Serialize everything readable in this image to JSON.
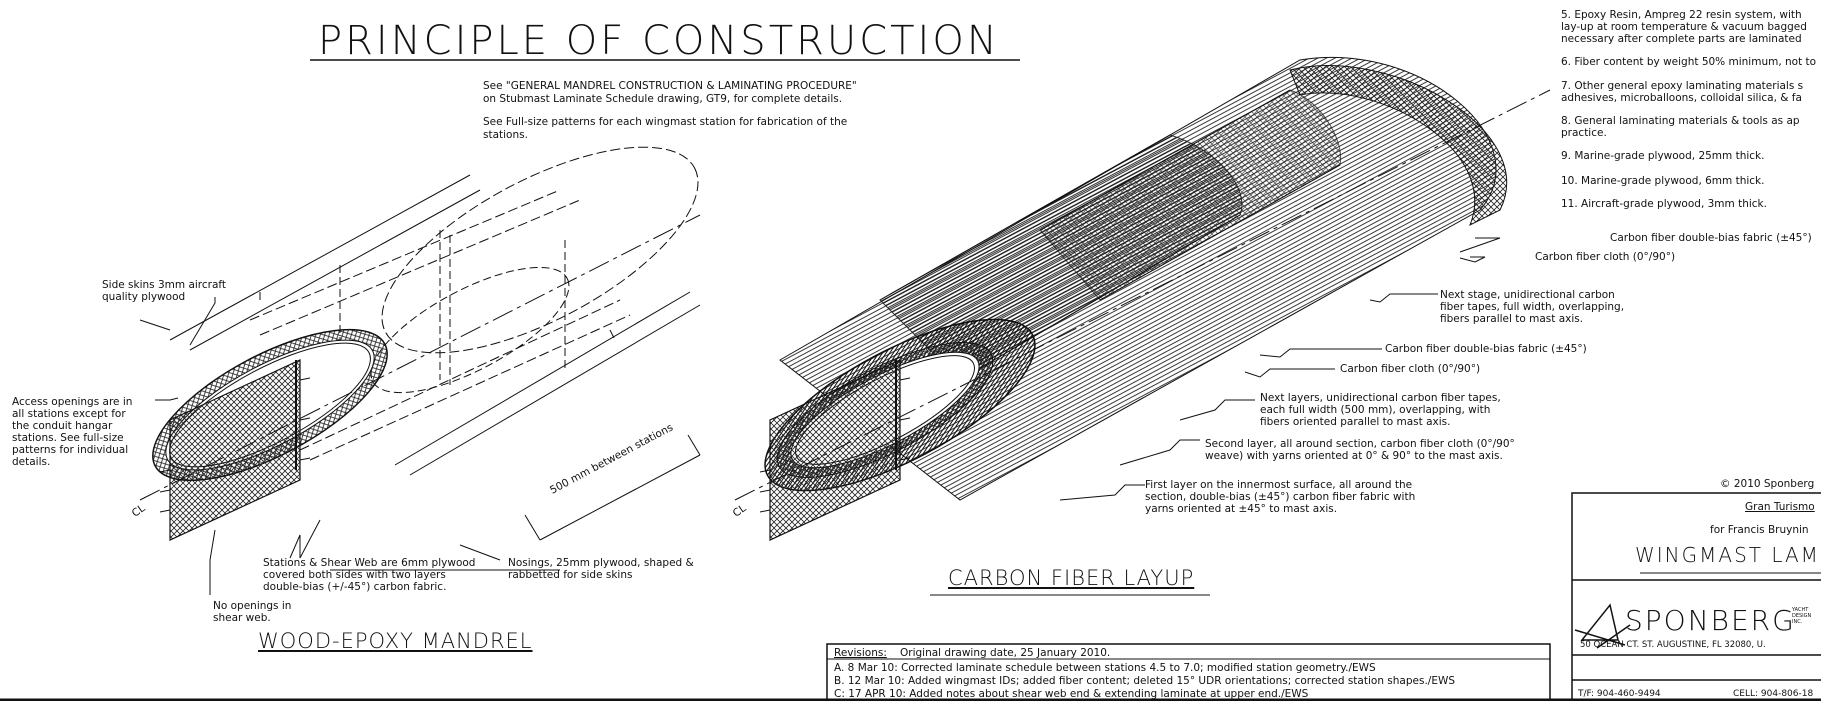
{
  "title": "PRINCIPLE OF CONSTRUCTION",
  "intro": {
    "line1": "See \"GENERAL MANDREL CONSTRUCTION & LAMINATING PROCEDURE\"",
    "line2": "on Stubmast Laminate Schedule drawing, GT9, for complete details.",
    "line3": "See Full-size patterns for each wingmast station for fabrication of the",
    "line4": "stations."
  },
  "notes": [
    "5. Epoxy Resin, Ampreg 22 resin system, with",
    "lay-up at room temperature & vacuum bagged",
    "necessary after complete parts are laminated",
    "6. Fiber content by weight 50% minimum, not to",
    "7. Other general epoxy laminating materials s",
    "adhesives, microballoons, colloidal silica, & fa",
    "8. General laminating materials & tools as ap",
    "practice.",
    "9. Marine-grade plywood, 25mm thick.",
    "10. Marine-grade plywood, 6mm thick.",
    "11. Aircraft-grade plywood, 3mm thick."
  ],
  "mandrel": {
    "title": "WOOD-EPOXY MANDREL",
    "side_skins": [
      "Side skins 3mm aircraft",
      "quality plywood"
    ],
    "access": [
      "Access openings are in",
      "all stations except for",
      "the conduit hangar",
      "stations.  See full-size",
      "patterns for individual",
      "details."
    ],
    "stations": [
      "Stations & Shear Web are 6mm plywood",
      "covered both sides with two layers",
      "double-bias (+/-45°) carbon fabric."
    ],
    "nosings": [
      "Nosings, 25mm plywood, shaped &",
      "rabbetted for side skins"
    ],
    "no_openings": [
      "No openings in",
      "shear web."
    ],
    "dimension": "500 mm between stations",
    "cl": "CL"
  },
  "layup": {
    "title": "CARBON FIBER LAYUP",
    "c1": "Carbon fiber double-bias fabric (±45°)",
    "c2": "Carbon fiber cloth (0°/90°)",
    "next_stage": [
      "Next stage, unidirectional carbon",
      "fiber tapes, full width, overlapping,",
      "fibers parallel to mast axis."
    ],
    "c3": "Carbon fiber double-bias fabric (±45°)",
    "c4": "Carbon fiber cloth (0°/90°)",
    "next_layers": [
      "Next layers, unidirectional carbon fiber tapes,",
      "each full width (500 mm), overlapping, with",
      "fibers oriented parallel to mast axis."
    ],
    "second": [
      "Second layer, all around section, carbon fiber cloth (0°/90°",
      "weave) with yarns oriented at 0° & 90° to the mast axis."
    ],
    "first": [
      "First layer on the innermost surface, all around the",
      "section, double-bias (±45°) carbon fiber fabric with",
      "yarns oriented at ±45° to mast axis."
    ],
    "cl": "CL"
  },
  "revisions": {
    "header_label": "Revisions:",
    "header_text": "Original drawing date, 25 January 2010.",
    "a": "A. 8 Mar 10:  Corrected laminate schedule between stations 4.5 to 7.0; modified station geometry./EWS",
    "b": "B. 12 Mar 10:  Added wingmast IDs; added fiber content; deleted 15° UDR orientations; corrected station shapes./EWS",
    "c": "C: 17 APR 10:  Added notes about shear web end & extending laminate at upper end./EWS"
  },
  "titleblock": {
    "copyright": "© 2010 Sponberg",
    "client": "Gran Turismo",
    "for": "for Francis Bruynin",
    "drawing": "WINGMAST LAMI",
    "company": "SPONBERG",
    "tag": "YACHT DESIGN INC.",
    "address": "50 OCEAN CT.   ST. AUGUSTINE, FL   32080, U.",
    "tf": "T/F: 904-460-9494",
    "cell": "CELL: 904-806-18"
  }
}
